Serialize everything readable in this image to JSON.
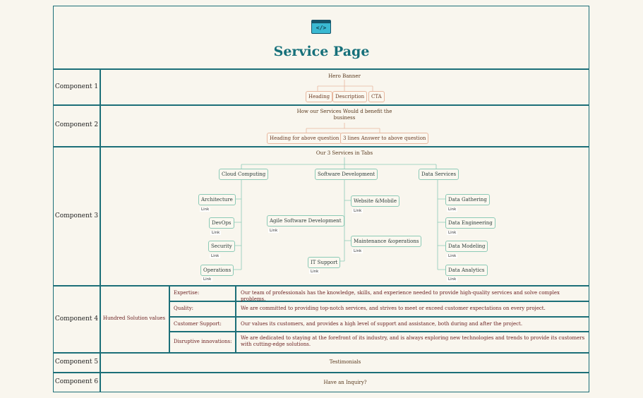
{
  "page": {
    "title": "Service Page",
    "logo_glyph": "</>"
  },
  "rows": [
    {
      "label": "Component 1"
    },
    {
      "label": "Component 2"
    },
    {
      "label": "Component 3"
    },
    {
      "label": "Component 4"
    },
    {
      "label": "Component 5"
    },
    {
      "label": "Component 6"
    }
  ],
  "c1": {
    "root": "Hero Banner",
    "children": [
      "Heading",
      "Description",
      "CTA"
    ]
  },
  "c2": {
    "root_line1": "How our Services Would d benefit the",
    "root_line2": "business",
    "children": [
      "Heading for above question",
      "3 lines Answer to above question"
    ]
  },
  "c3": {
    "root": "Our 3 Services in Tabs",
    "link_label": "Link",
    "branches": [
      {
        "name": "Cloud Computing",
        "items": [
          "Architecture",
          "DevOps",
          "Security",
          "Operations"
        ]
      },
      {
        "name": "Software Development",
        "items": [
          "Website &Mobile",
          "Agile Software Development",
          "Maintenance &operations",
          "IT Support"
        ]
      },
      {
        "name": "Data Services",
        "items": [
          "Data Gathering",
          "Data Engineering",
          "Data Modeling",
          "Data Analytics"
        ]
      }
    ]
  },
  "c4": {
    "group": "Hundred Solution values",
    "values": [
      {
        "k": "Expertise:",
        "v": "Our team of professionals has the knowledge, skills, and experience needed to provide high-quality services and solve complex problems."
      },
      {
        "k": "Quality:",
        "v": "We are committed to providing top-notch services, and strives to meet or exceed customer expectations on every project."
      },
      {
        "k": "Customer Support:",
        "v": "Our values its customers, and provides a high level of support and assistance, both during and after the project."
      },
      {
        "k": "Disruptive innovations:",
        "v": "We are dedicated to staying at the forefront of its industry, and is always exploring new technologies and trends to provide its customers with cutting-edge solutions."
      }
    ]
  },
  "c5": {
    "text": "Testimonials"
  },
  "c6": {
    "text": "Have an Inquiry?"
  },
  "colors": {
    "border": "#1c6f78",
    "title": "#16707a",
    "orange_node": "#e8b79e",
    "green_node": "#8ccab6"
  }
}
